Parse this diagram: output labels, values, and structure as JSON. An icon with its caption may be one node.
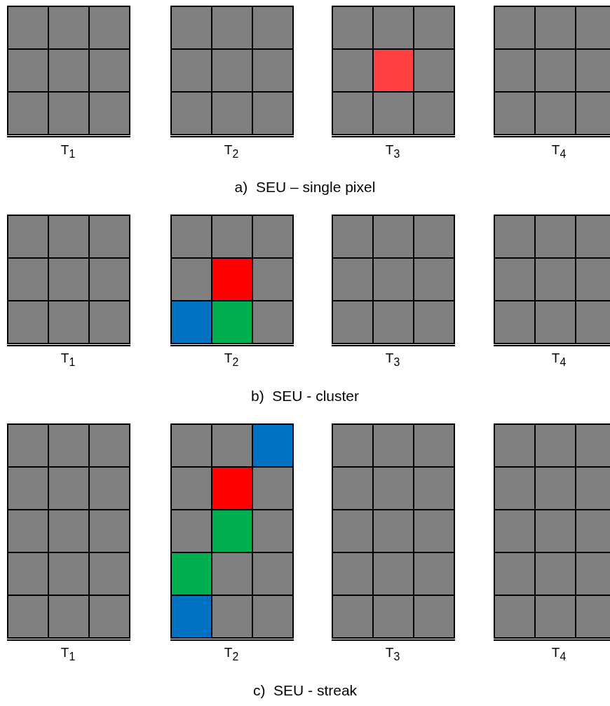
{
  "diagram": {
    "labels": [
      "T$_{1}$",
      "T$_{2}$",
      "T$_{3}$",
      "T$_{4}$",
      "a)  SEU – single pixel",
      "T$_{1}$",
      "T$_{2}$",
      "T$_{3}$",
      "T$_{4}$",
      "b)  SEU - cluster",
      "T$_{1}$",
      "T$_{2}$",
      "T$_{3}$",
      "T$_{4}$",
      "c)  SEU - streak"
    ]
  }
}
